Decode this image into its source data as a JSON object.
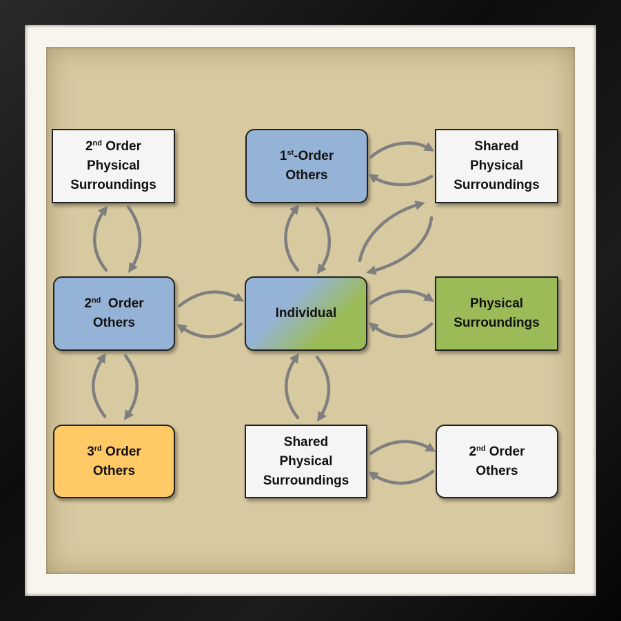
{
  "nodes": {
    "second_order_physical_top": {
      "sup_prefix": "2",
      "sup": "nd",
      "line1_rest": " Order",
      "line2": "Physical",
      "line3": "Surroundings",
      "fill": "#f5f5f5"
    },
    "first_order_others": {
      "sup_prefix": "1",
      "sup": "st",
      "line1_rest": "-Order",
      "line2": "Others",
      "fill": "#95b3d7"
    },
    "shared_physical_top": {
      "line1": "Shared",
      "line2": "Physical",
      "line3": "Surroundings",
      "fill": "#f5f5f5"
    },
    "second_order_others_mid": {
      "sup_prefix": "2",
      "sup": "nd",
      "line1_rest": "  Order",
      "line2": "Others",
      "fill": "#95b3d7"
    },
    "individual": {
      "label": "Individual",
      "fill_from": "#95b3d7",
      "fill_to": "#9bbb59"
    },
    "physical_surroundings": {
      "line1": "Physical",
      "line2": "Surroundings",
      "fill": "#9bbb59"
    },
    "third_order_others": {
      "sup_prefix": "3",
      "sup": "rd",
      "line1_rest": " Order",
      "line2": "Others",
      "fill": "#ffc965"
    },
    "shared_physical_bottom": {
      "line1": "Shared",
      "line2": "Physical",
      "line3": "Surroundings",
      "fill": "#f5f5f5"
    },
    "second_order_others_bottom": {
      "sup_prefix": "2",
      "sup": "nd",
      "line1_rest": " Order",
      "line2": "Others",
      "fill": "#f5f5f5"
    }
  },
  "colors": {
    "arrow": "#7f7f7f",
    "canvas": "#d7c9a0",
    "mat": "#f7f5ee",
    "frame": "#111111"
  }
}
